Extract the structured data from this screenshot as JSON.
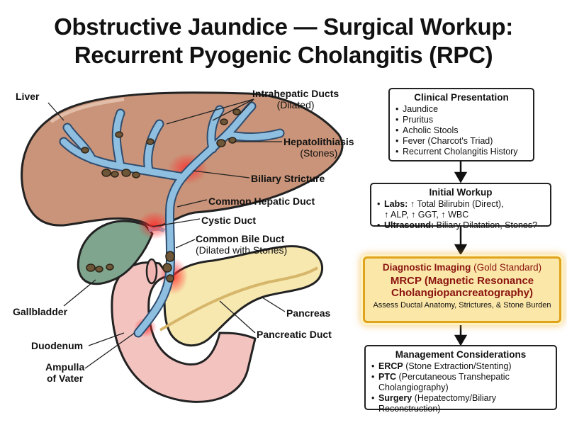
{
  "title": {
    "line1": "Obstructive Jaundice — Surgical Workup:",
    "line2": "Recurrent Pyogenic Cholangitis (RPC)"
  },
  "labels": {
    "liver": "Liver",
    "intrahepatic": "Intrahepatic Ducts",
    "intrahepatic_sub": "(Dilated)",
    "hepatolithiasis": "Hepatolithiasis",
    "hepatolithiasis_sub": "(Stones)",
    "stricture": "Biliary Stricture",
    "chd": "Common Hepatic Duct",
    "cystic": "Cystic Duct",
    "cbd": "Common Bile Duct",
    "cbd_sub": "(Dilated with Stones)",
    "gallbladder": "Gallbladder",
    "pancreas": "Pancreas",
    "pancreatic_duct": "Pancreatic Duct",
    "duodenum": "Duodenum",
    "ampulla": "Ampulla",
    "ampulla_sub": "of Vater"
  },
  "clinical": {
    "heading": "Clinical Presentation",
    "items": [
      "Jaundice",
      "Pruritus",
      "Acholic Stools",
      "Fever (Charcot's Triad)",
      "Recurrent Cholangitis History"
    ]
  },
  "workup": {
    "heading": "Initial Workup",
    "labs_label": "Labs:",
    "labs_line1": " ↑ Total Bilirubin (Direct),",
    "labs_line2": "↑ ALP, ↑ GGT, ↑ WBC",
    "us_label": "Ultrasound:",
    "us_text": " Biliary Dilatation, Stones?"
  },
  "imaging": {
    "line1_bold": "Diagnostic Imaging",
    "line1_rest": " (Gold Standard)",
    "line2": "MRCP (Magnetic Resonance",
    "line3": "Cholangiopancreatography)",
    "line4": "Assess Ductal Anatomy, Strictures, & Stone Burden"
  },
  "management": {
    "heading": "Management Considerations",
    "ercp_label": "ERCP",
    "ercp_text": " (Stone Extraction/Stenting)",
    "ptc_label": "PTC",
    "ptc_text": " (Percutaneous Transhepatic",
    "ptc_text2": "Cholangiography)",
    "surgery_label": "Surgery",
    "surgery_text": " (Hepatectomy/Biliary Reconstruction)"
  },
  "colors": {
    "liver": "#c99479",
    "duct": "#8fbfe0",
    "gallbladder": "#7fa58e",
    "pancreas": "#f7e8b0",
    "duodenum": "#f3c3c0",
    "stricture": "#e8333a",
    "highlight": "#fbe7a8"
  }
}
